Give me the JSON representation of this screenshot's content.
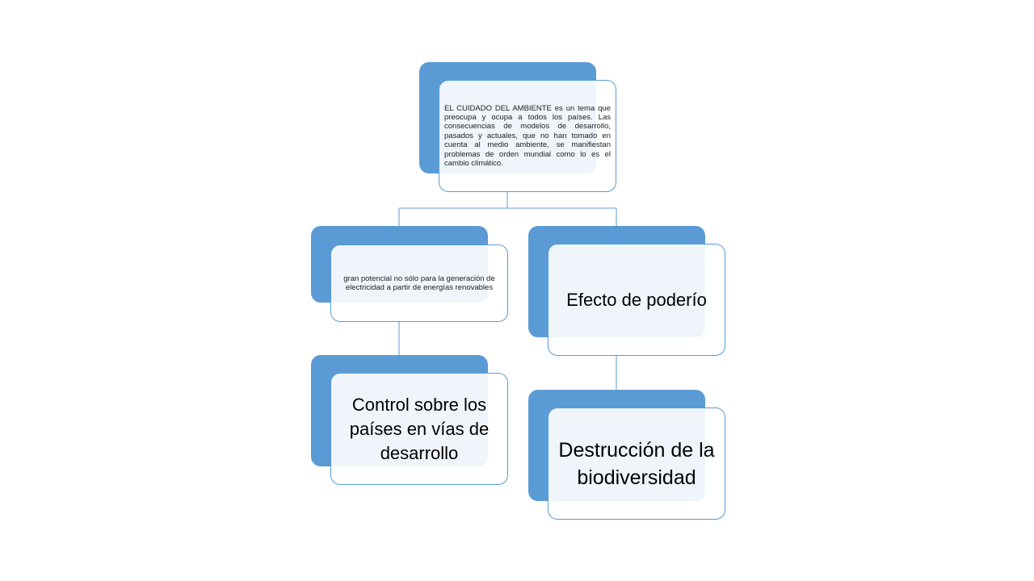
{
  "diagram": {
    "root": {
      "text": "EL CUIDADO DEL AMBIENTE es un tema que preocupa y ocupa a todos los países. Las consecuencias de modelos de desarrollo, pasados y actuales, que no han tomado en cuenta al medio ambiente, se manifiestan problemas de orden mundial como lo es el cambio climático."
    },
    "left_branch": {
      "text": "gran potencial no sólo para la generación de electricidad a partir de energías renovables",
      "child": {
        "text": "Control sobre los países en vías de desarrollo"
      }
    },
    "right_branch": {
      "text": "Efecto de poderío",
      "child": {
        "text": "Destrucción de la biodiversidad"
      }
    },
    "colors": {
      "accent": "#5b9bd5",
      "card": "#ffffff",
      "line": "#5b9bd5"
    }
  }
}
